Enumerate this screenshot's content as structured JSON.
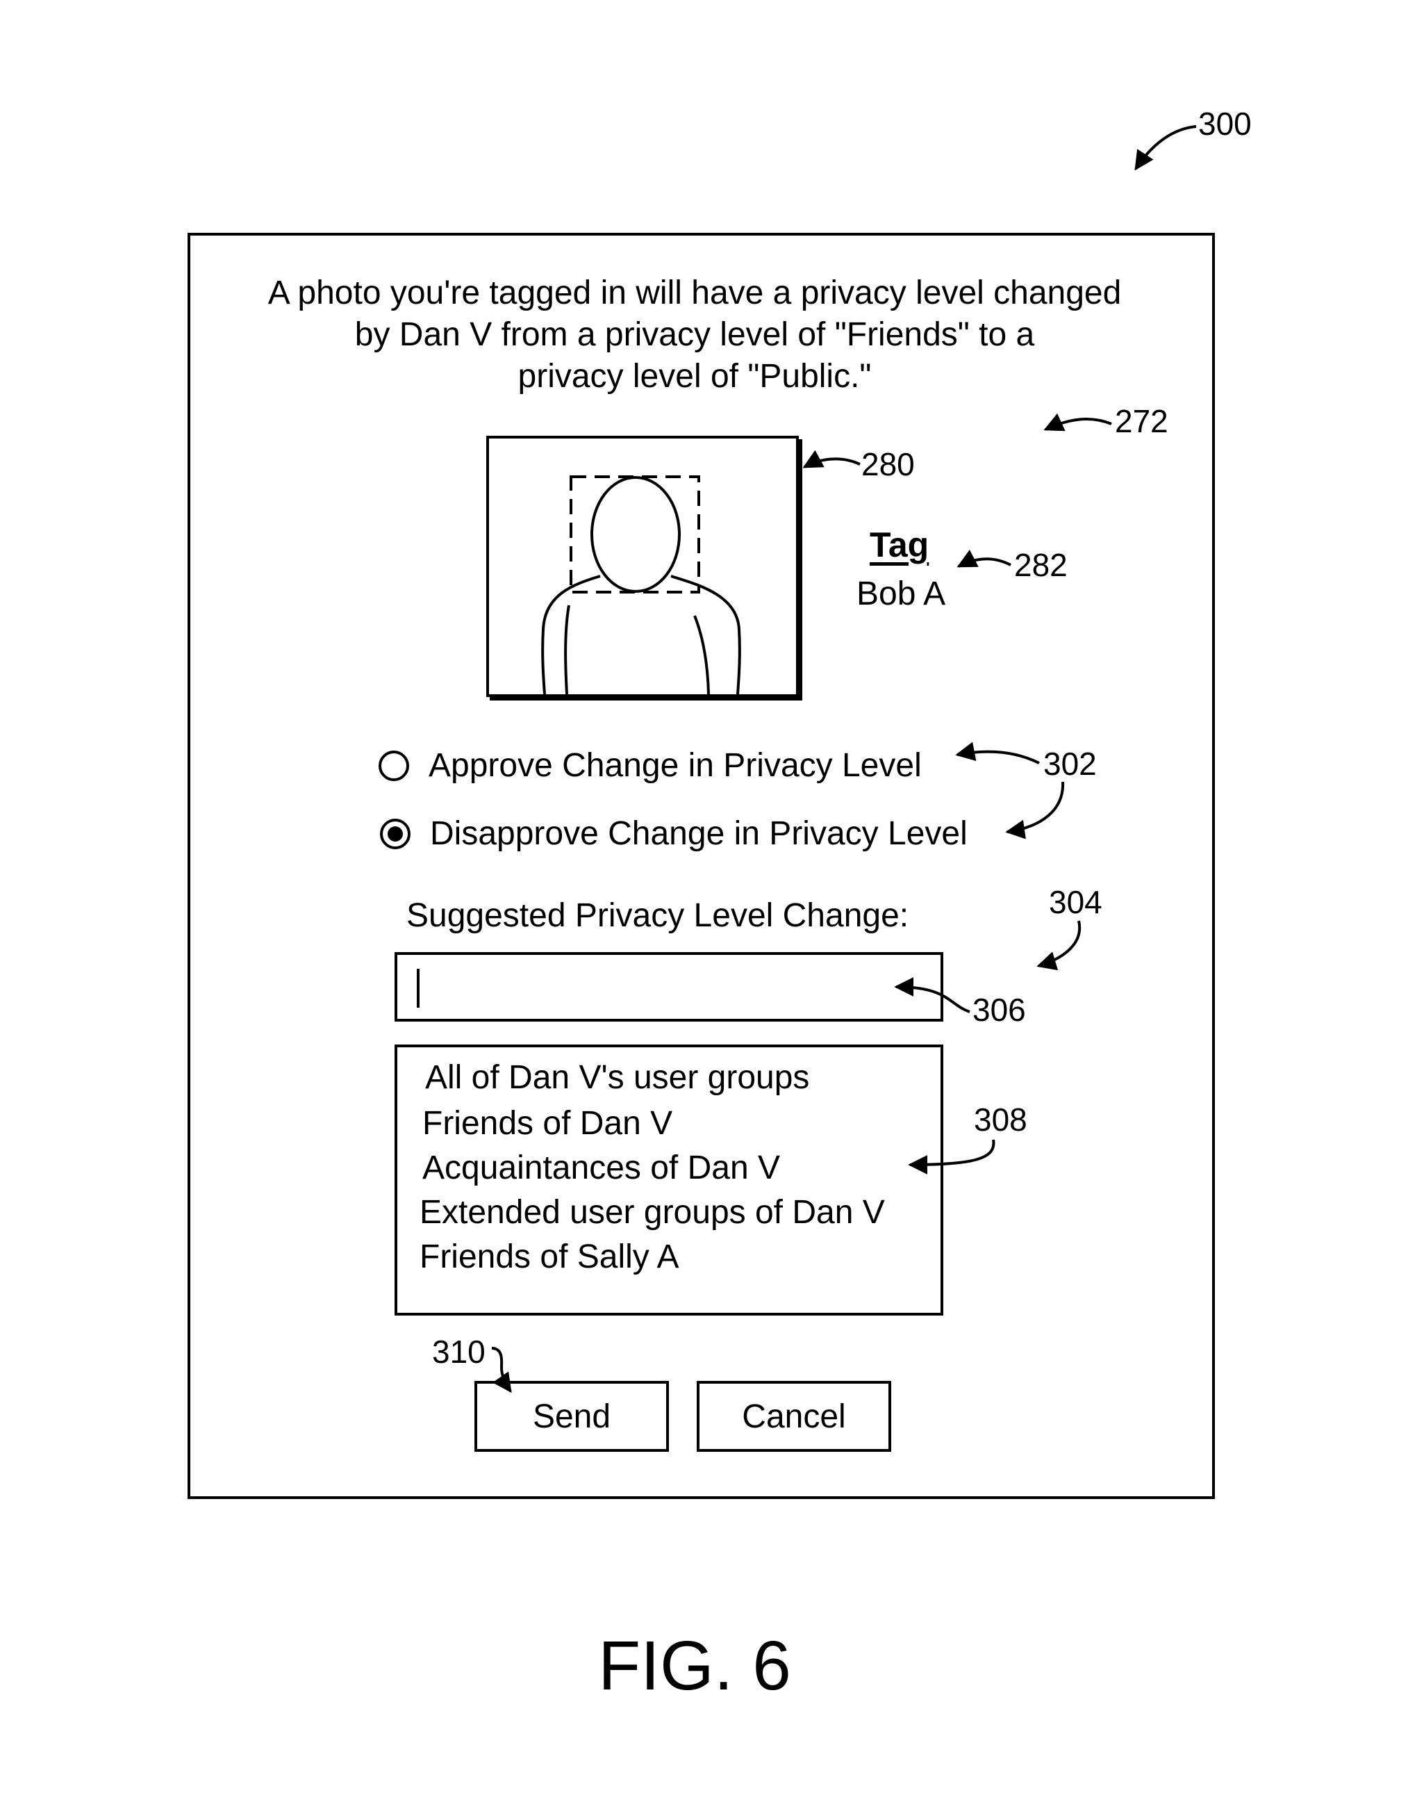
{
  "figure": {
    "label": "FIG. 6",
    "ref_dialog": "300"
  },
  "dialog": {
    "ref_panel": "272",
    "message_lines": [
      "A photo you're tagged in will have a privacy level changed",
      "by Dan V from a privacy level of \"Friends\" to a",
      "privacy level of \"Public.\""
    ],
    "photo": {
      "ref": "280"
    },
    "tag": {
      "heading": "Tag",
      "value": "Bob A",
      "ref": "282"
    },
    "options": {
      "ref": "302",
      "approve_label": "Approve Change in Privacy Level",
      "disapprove_label": "Disapprove Change in Privacy Level",
      "selected": "disapprove"
    },
    "suggestion": {
      "label": "Suggested Privacy Level Change:",
      "ref_label": "304",
      "input_value": "",
      "ref_input": "306"
    },
    "group_list": {
      "ref": "308",
      "items": [
        "All of Dan V's user groups",
        "Friends of Dan V",
        "Acquaintances of Dan V",
        "Extended user groups of Dan V",
        "Friends of Sally A"
      ]
    },
    "buttons": {
      "send_label": "Send",
      "send_ref": "310",
      "cancel_label": "Cancel"
    }
  }
}
